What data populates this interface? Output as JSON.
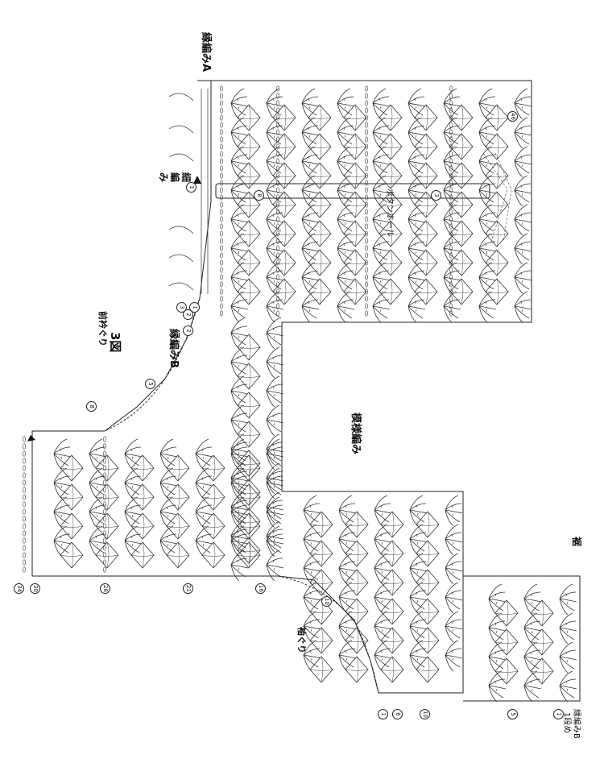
{
  "figure_title": "3図",
  "labels": {
    "edge_a": "縁編みA",
    "single_crochet": "細編み",
    "buttonhole": "ボタンホール",
    "front_neck": "前衿ぐり",
    "edge_b": "縁編みB",
    "pattern_stitch": "模様編み",
    "armhole": "袖ぐり",
    "hem": "裾",
    "edge_b_row1_l1": "縁編みB",
    "edge_b_row1_l2": "1段め"
  },
  "row_numbers": {
    "top": [
      "34",
      "30",
      "26",
      "21",
      "16",
      "10"
    ],
    "bottom": [
      "1",
      "6",
      "10",
      "5",
      "1"
    ],
    "left_misc": [
      "3",
      "2",
      "1",
      "2",
      "5",
      "8"
    ],
    "right_misc": [
      "1",
      "46",
      "3",
      "8"
    ]
  }
}
